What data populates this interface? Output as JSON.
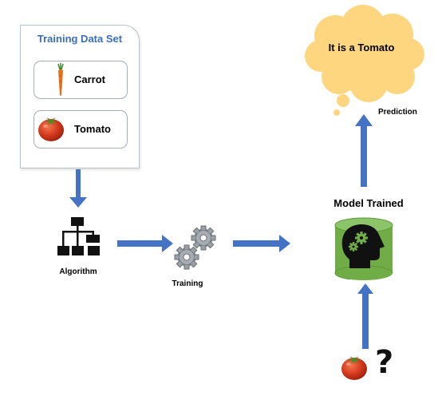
{
  "dataset": {
    "title": "Training Data Set",
    "items": [
      {
        "label": "Carrot",
        "icon": "carrot-icon"
      },
      {
        "label": "Tomato",
        "icon": "tomato-icon"
      }
    ]
  },
  "steps": {
    "algorithm": "Algorithm",
    "training": "Training",
    "model": "Model Trained",
    "prediction": "Prediction"
  },
  "output": {
    "bubble_text": "It is a Tomato"
  },
  "input": {
    "question_mark": "?"
  },
  "colors": {
    "arrow": "#4472c4",
    "model_cylinder": "#70ad47",
    "bubble": "#ffd680",
    "dataset_title": "#3a6fb8",
    "tomato": "#d63a1d"
  }
}
